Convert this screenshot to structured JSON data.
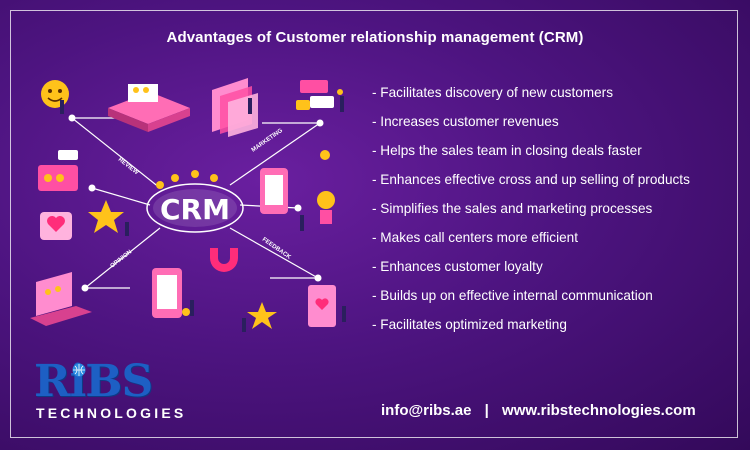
{
  "title": "Advantages of Customer relationship management (CRM)",
  "features": [
    "- Facilitates discovery of new customers",
    "- Increases customer revenues",
    "- Helps the sales team in closing deals faster",
    "- Enhances effective cross and up selling of products",
    "- Simplifies the sales and marketing processes",
    "- Makes call centers more efficient",
    "- Enhances customer loyalty",
    "- Builds up on effective internal communication",
    "- Facilitates optimized marketing"
  ],
  "illustration": {
    "center_label": "CRM",
    "branch_labels": {
      "review": "REVIEW",
      "marketing": "MARKETING",
      "opinion": "OPINION",
      "feedback": "FEEDBACK"
    }
  },
  "logo": {
    "word": "RiBS",
    "sub": "TECHNOLOGIES"
  },
  "contact": {
    "email": "info@ribs.ae",
    "separator": "|",
    "website": "www.ribstechnologies.com"
  },
  "colors": {
    "background": "#4d1480",
    "accent_pink": "#ff4fa3",
    "accent_yellow": "#ffc21a",
    "logo_blue": "#1d5fc4"
  }
}
